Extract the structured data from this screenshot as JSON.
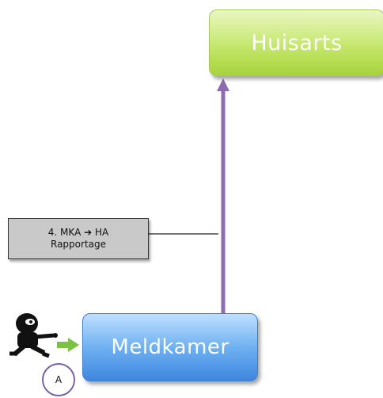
{
  "nodes": {
    "huisarts": "Huisarts",
    "meldkamer": "Meldkamer"
  },
  "message": {
    "line1": "4. MKA ➔ HA",
    "line2": "Rapportage"
  },
  "marker": "A",
  "colors": {
    "arrow": "#8c6bb1",
    "huisarts_fill": "#c5e76c",
    "meldkamer_fill": "#6fb1f2",
    "green_arrow": "#7cc242"
  },
  "icons": [
    "caller-figure-icon",
    "green-arrow-icon"
  ]
}
